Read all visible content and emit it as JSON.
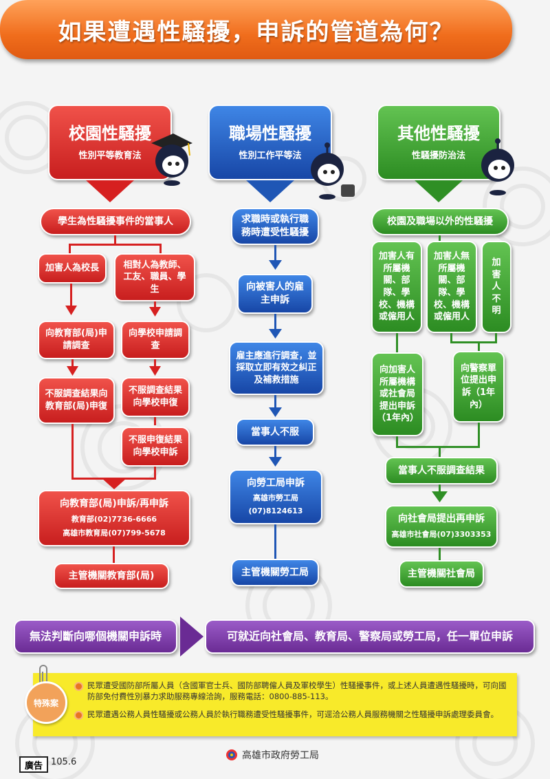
{
  "title": "如果遭遇性騷擾，申訴的管道為何？",
  "columns": [
    {
      "heading": "校園性騷擾",
      "law": "性別平等教育法",
      "party": "學生為性騷擾事件的當事人",
      "branch_left": "加害人為校長",
      "branch_right": "相對人為教師、工友、職員、學生",
      "apply_left": "向教育部(局)申請調查",
      "apply_right": "向學校申請調查",
      "appeal_left": "不服調查結果向教育部(局)申復",
      "appeal_right": "不服調查結果向學校申復",
      "appeal_right2": "不服申復結果向學校申訴",
      "final_title": "向教育部(局)申訴/再申訴",
      "final_line1": "教育部(02)7736-6666",
      "final_line2": "高雄市教育局(07)799-5678",
      "authority": "主管機關教育部(局)"
    },
    {
      "heading": "職場性騷擾",
      "law": "性別工作平等法",
      "party": "求職時或執行職務時遭受性騷擾",
      "step1": "向被害人的雇主申訴",
      "step2": "雇主應進行調查，並採取立即有效之糾正及補救措施",
      "step3": "當事人不服",
      "final_title": "向勞工局申訴",
      "final_line1": "高雄市勞工局",
      "final_line2": "(07)8124613",
      "authority": "主管機關勞工局"
    },
    {
      "heading": "其他性騷擾",
      "law": "性騷擾防治法",
      "party": "校園及職場以外的性騷擾",
      "branch_a": "加害人有所屬機關、部隊、學校、機構或僱用人",
      "branch_b": "加害人無所屬機關、部隊、學校、機構或僱用人",
      "branch_c": "加害人不明",
      "apply_left": "向加害人所屬機構或社會局提出申訴（1年內）",
      "apply_right": "向警察單位提出申訴（1年內）",
      "step3": "當事人不服調查結果",
      "final_title": "向社會局提出再申訴",
      "final_line1": "高雄市社會局(07)3303353",
      "authority": "主管機關社會局"
    }
  ],
  "bottom_left": "無法判斷向哪個機關申訴時",
  "bottom_right": "可就近向社會局、教育局、警察局或勞工局，任一單位申訴",
  "special_label": "特殊案",
  "special_items": [
    "民眾遭受國防部所屬人員（含國軍官士兵、國防部聘僱人員及軍校學生）性騷擾事件，或上述人員遭遇性騷擾時，可向國防部免付費性別暴力求助服務專線洽詢，服務電話：0800-885-113。",
    "民眾遭遇公務人員性騷擾或公務人員於執行職務遭受性騷擾事件，可逕洽公務人員服務機關之性騷擾申訴處理委員會。"
  ],
  "footer_org": "高雄市政府勞工局",
  "ad_label": "廣告",
  "date_code": "105.6",
  "colors": {
    "red": "#d62020",
    "blue": "#1f56b5",
    "green": "#2f8f25",
    "orange": "#f06d1c",
    "purple": "#7a3aa6",
    "yellow": "#f8ea2a"
  }
}
